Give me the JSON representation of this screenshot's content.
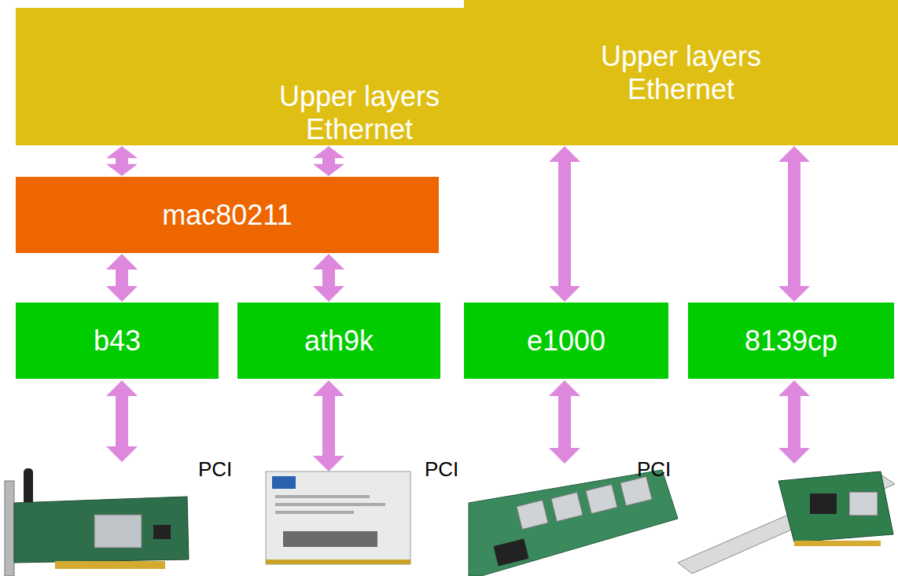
{
  "diagram": {
    "nodes": [
      {
        "text": [
          "Upper layers Ethernet"
        ]
      },
      {
        "text": [
          "Upper layers Ethernet"
        ]
      },
      {
        "text": [
          "mac80211"
        ]
      },
      {
        "text": [
          "b43"
        ]
      },
      {
        "text": [
          "ath9k"
        ]
      },
      {
        "text": [
          "e1000"
        ]
      },
      {
        "text": [
          "8139cp"
        ]
      }
    ],
    "edges": [
      {
        "from": 0,
        "to": 2,
        "arrow": "both"
      },
      {
        "from": 0,
        "to": 2,
        "arrow": "both"
      },
      {
        "from": 2,
        "to": 3,
        "arrow": "both"
      },
      {
        "from": 2,
        "to": 4,
        "arrow": "both"
      },
      {
        "from": 1,
        "to": 5,
        "arrow": "both"
      },
      {
        "from": 1,
        "to": 6,
        "arrow": "both"
      }
    ],
    "labels": [
      "PCI",
      "PCI",
      "PCI"
    ]
  }
}
